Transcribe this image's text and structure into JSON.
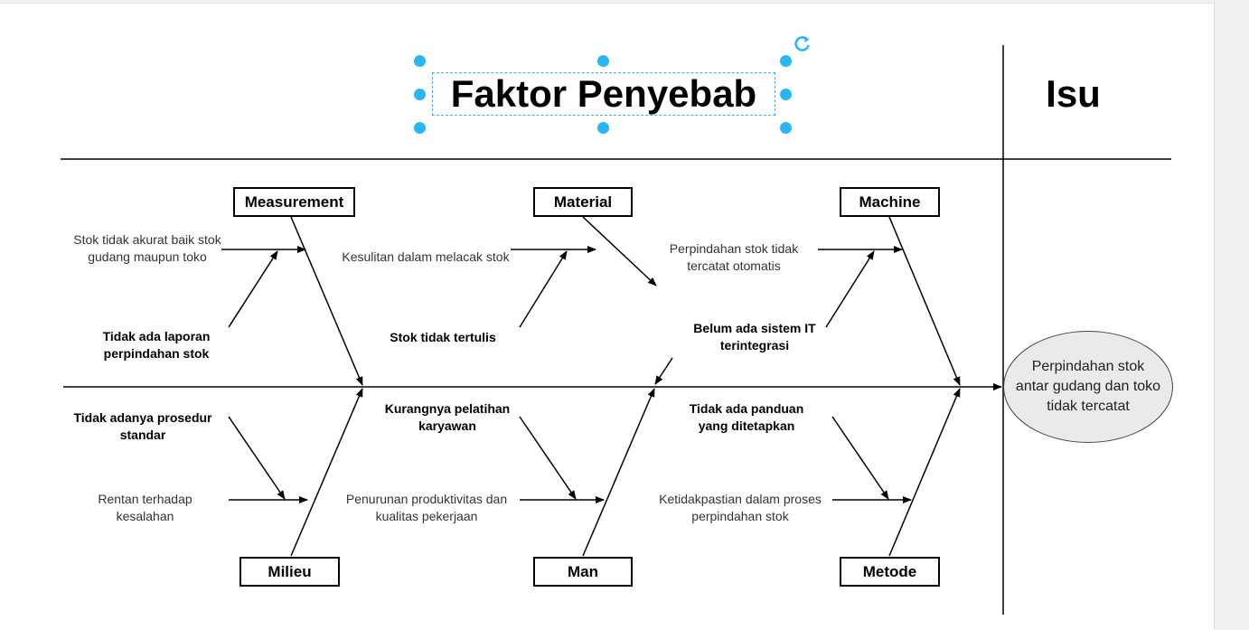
{
  "header": {
    "title": "Faktor Penyebab",
    "issue_title": "Isu"
  },
  "effect": {
    "label": "Perpindahan stok antar gudang dan toko tidak tercatat"
  },
  "categories": {
    "measurement": "Measurement",
    "material": "Material",
    "machine": "Machine",
    "milieu": "Milieu",
    "man": "Man",
    "metode": "Metode"
  },
  "causes": {
    "measurement_1": "Stok tidak akurat baik stok gudang maupun toko",
    "measurement_2": "Tidak ada laporan perpindahan stok",
    "material_1": "Kesulitan dalam melacak stok",
    "material_2": "Stok tidak tertulis",
    "machine_1": "Perpindahan stok tidak tercatat otomatis",
    "machine_2": "Belum ada sistem IT terintegrasi",
    "milieu_1": "Tidak adanya prosedur standar",
    "milieu_2": "Rentan terhadap kesalahan",
    "man_1": "Kurangnya pelatihan karyawan",
    "man_2": "Penurunan produktivitas dan kualitas pekerjaan",
    "metode_1": "Tidak ada panduan yang ditetapkan",
    "metode_2": "Ketidakpastian dalam proses perpindahan stok"
  },
  "colors": {
    "selection": "#29b6f6",
    "ellipse_fill": "#eaeaea",
    "line": "#000000"
  },
  "icons": {
    "rotate": "rotate-icon",
    "handle": "resize-handle"
  }
}
